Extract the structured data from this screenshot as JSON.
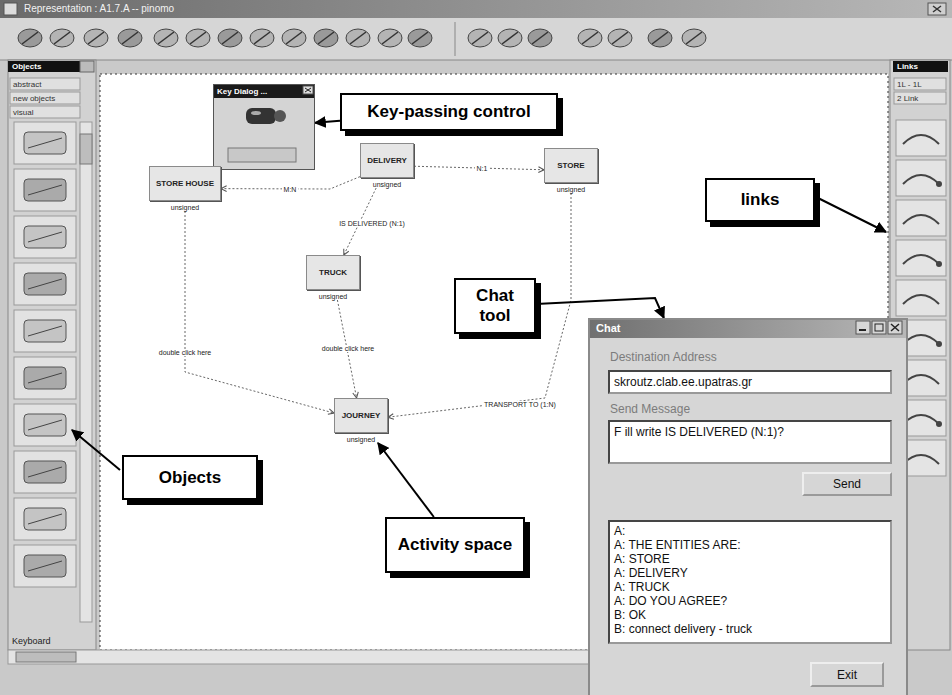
{
  "diagram": {
    "nodes": [
      {
        "text": [
          "Key Dialog ..."
        ]
      },
      {
        "text": [
          "Key-passing control"
        ]
      },
      {
        "text": [
          "STORE HOUSE",
          "unsigned"
        ]
      },
      {
        "text": [
          "DELIVERY",
          "unsigned"
        ]
      },
      {
        "text": [
          "STORE",
          "unsigned"
        ]
      },
      {
        "text": [
          "links"
        ]
      },
      {
        "text": [
          "TRUCK",
          "unsigned"
        ]
      },
      {
        "text": [
          "Chat tool"
        ]
      },
      {
        "text": [
          "Chat",
          "Destination Address",
          "Send Message"
        ]
      },
      {
        "text": [
          "skroutz.clab.ee.upatras.gr"
        ],
        "in": 8
      },
      {
        "text": [
          "F ill write IS DELIVERED (N:1)?"
        ],
        "in": 8
      },
      {
        "text": [
          "Send"
        ],
        "in": 8
      },
      {
        "text": [
          "JOURNEY",
          "unsigned"
        ]
      },
      {
        "text": [
          "Objects"
        ]
      },
      {
        "text": [
          "A:",
          "A: THE ENTITIES ARE:",
          "A: STORE",
          "A: DELIVERY",
          "A: TRUCK",
          "A: DO YOU AGREE?",
          "B: OK",
          "B: connect delivery - truck"
        ],
        "in": 8
      },
      {
        "text": [
          "Activity space"
        ]
      },
      {
        "text": [
          "Exit"
        ],
        "in": 8
      }
    ],
    "edges": [
      {
        "from": 3,
        "to": 2,
        "arrow": "to",
        "label": "M:N"
      },
      {
        "from": 3,
        "to": 4,
        "arrow": "to",
        "label": "N:1"
      },
      {
        "from": 3,
        "to": 6,
        "arrow": "to",
        "label": "IS DELIVERED (N:1)"
      },
      {
        "from": 6,
        "to": 12,
        "arrow": "to",
        "label": "double click here"
      },
      {
        "from": 2,
        "to": 12,
        "arrow": "to",
        "label": "double click here"
      },
      {
        "from": 4,
        "to": 12,
        "arrow": "to",
        "label": "TRANSPORT TO (1:N)"
      },
      {
        "from": 1,
        "to": 0,
        "arrow": "to"
      },
      {
        "from": 7,
        "to": 8,
        "arrow": "to"
      },
      {
        "from": 15,
        "to": 12,
        "arrow": "to"
      }
    ],
    "labels": [
      "Representation : A1.7.A -- pinomo",
      "Objects",
      "abstract",
      "new objects",
      "visual",
      "Keyboard",
      "Links",
      "1L - 1L",
      "2 Link"
    ]
  }
}
